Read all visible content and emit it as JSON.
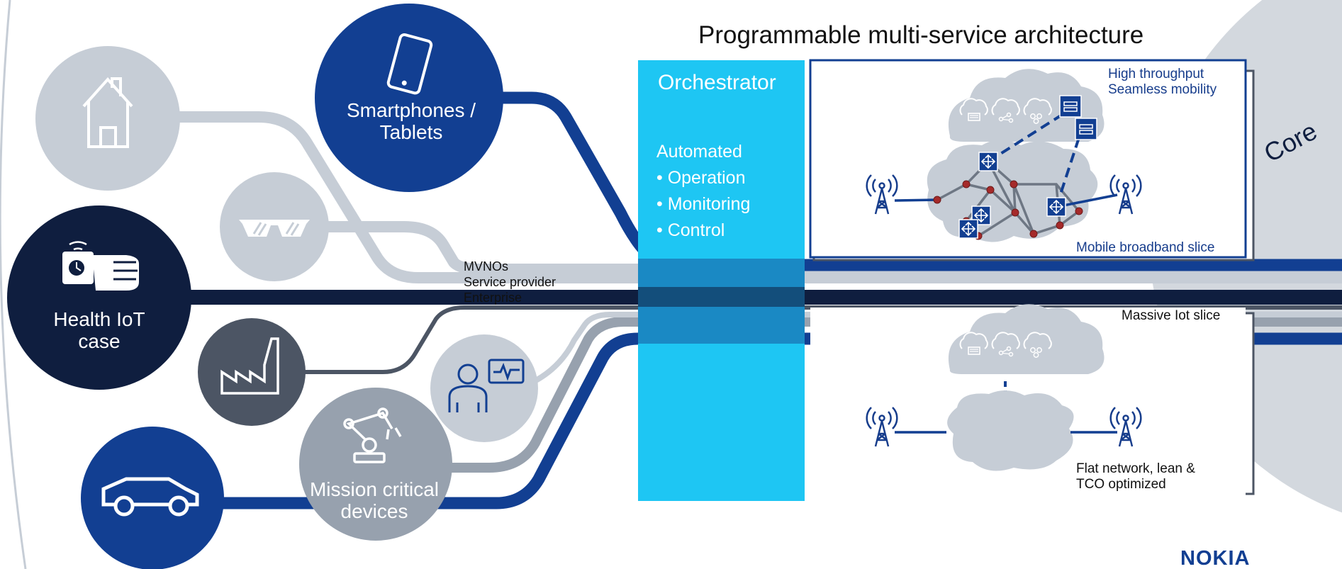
{
  "title": "Programmable multi-service architecture",
  "core_label": "Core",
  "tiers": [
    "MVNOs",
    "Service provider",
    "Enterprise"
  ],
  "devices": {
    "smartphones": "Smartphones / Tablets",
    "health": "Health IoT case",
    "mission": "Mission critical devices"
  },
  "orchestrator": {
    "title": "Orchestrator",
    "automated": "Automated",
    "items": [
      "• Operation",
      "• Monitoring",
      "• Control"
    ]
  },
  "mobile_slice": {
    "features": [
      "High throughput",
      "Seamless mobility"
    ],
    "name": "Mobile broadband slice"
  },
  "iot_slice": {
    "name": "Massive Iot slice",
    "notes": [
      "Flat network, lean &",
      "TCO optimized"
    ]
  },
  "brand": "NOKIA",
  "colors": {
    "navy": "#0f1e3f",
    "blue": "#123f92",
    "cyan": "#1ec6f3",
    "light_gray": "#c6cdd6",
    "mid_gray": "#97a1ae",
    "dark_gray": "#4c5564"
  },
  "icons": [
    "house-icon",
    "smartphone-icon",
    "glasses-icon",
    "smartwatch-icon",
    "factory-icon",
    "patient-monitor-icon",
    "car-icon",
    "robot-arm-icon",
    "cloud-icon",
    "antenna-icon",
    "router-icon",
    "server-icon"
  ]
}
